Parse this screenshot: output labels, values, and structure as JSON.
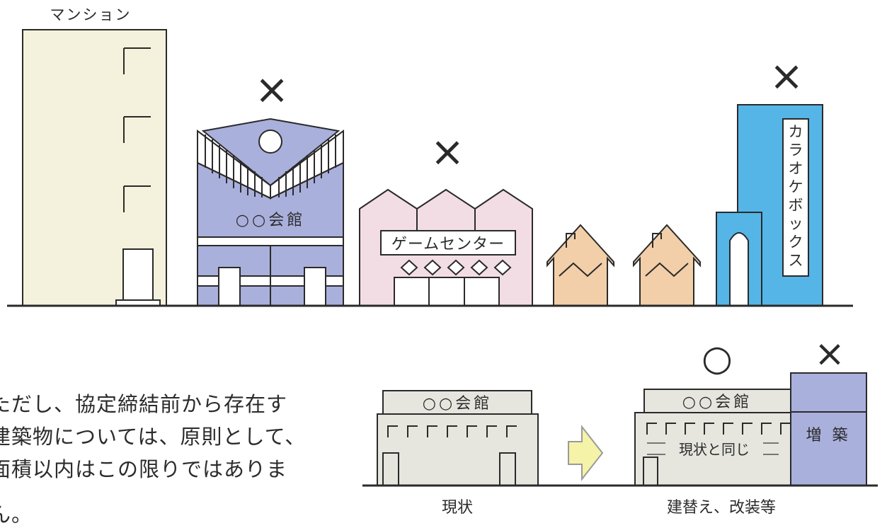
{
  "top_scene": {
    "mansion": {
      "label": "マンション"
    },
    "hall": {
      "sign": "○○会館",
      "mark": "×"
    },
    "game_center": {
      "sign": "ゲームセンター",
      "mark": "×"
    },
    "karaoke": {
      "sign": [
        "カ",
        "ラ",
        "オ",
        "ケ",
        "ボ",
        "ッ",
        "ク",
        "ス"
      ],
      "mark": "×"
    }
  },
  "note": {
    "lines": [
      "ただし、協定締結前から存在す",
      "建築物については、原則として、",
      "面積以内はこの限りではありま",
      "ん。"
    ]
  },
  "bottom_scene": {
    "current": {
      "sign": "○○会館",
      "caption": "現状"
    },
    "rebuilt": {
      "sign": "○○会館",
      "same_label": "現状と同じ",
      "caption": "建替え、改装等",
      "ok_mark": "○"
    },
    "extension": {
      "label": "増 築",
      "mark": "×"
    }
  },
  "colors": {
    "mansion": "#f4f1dc",
    "hall": "#aab0dc",
    "game_center": "#f3dde4",
    "house": "#f2cfa9",
    "karaoke": "#55b5e6",
    "current_building": "#e6e6df",
    "extension": "#aab0dc",
    "arrow": "#f5f3a7",
    "line": "#2a2a2a"
  }
}
